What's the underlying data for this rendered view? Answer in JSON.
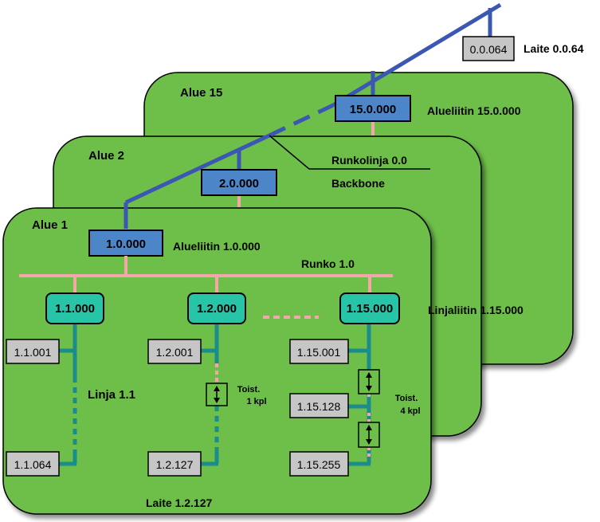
{
  "colors": {
    "area_fill": "#6ebf49",
    "backbone": "#3c56b4",
    "main_line": "#f4a7a9",
    "line": "#1a8c8c",
    "area_coupler": "#4c86c9",
    "line_coupler": "#27c4a8",
    "device": "#c6c6c6"
  },
  "areas": {
    "area15": {
      "label": "Alue 15"
    },
    "area2": {
      "label": "Alue 2"
    },
    "area1": {
      "label": "Alue 1"
    }
  },
  "backbone": {
    "label": "Runkolinja 0.0",
    "sublabel": "Backbone",
    "device": {
      "address": "0.0.064",
      "label": "Laite 0.0.64"
    }
  },
  "area_couplers": [
    {
      "address": "15.0.000",
      "label": "Alueliitin 15.0.000"
    },
    {
      "address": "2.0.000",
      "label": ""
    },
    {
      "address": "1.0.000",
      "label": "Alueliitin 1.0.000"
    }
  ],
  "main_line": {
    "label": "Runko 1.0"
  },
  "line_couplers": [
    {
      "address": "1.1.000"
    },
    {
      "address": "1.2.000"
    },
    {
      "address": "1.15.000",
      "label": "Linjaliitin 1.15.000"
    }
  ],
  "lines": [
    {
      "label": "Linja 1.1",
      "devices": [
        "1.1.001",
        "1.1.064"
      ]
    },
    {
      "devices": [
        "1.2.001",
        "1.2.127"
      ],
      "repeater_note": [
        "Toist.",
        "1 kpl"
      ]
    },
    {
      "devices": [
        "1.15.001",
        "1.15.128",
        "1.15.255"
      ],
      "repeater_note": [
        "Toist.",
        "4 kpl"
      ]
    }
  ],
  "device_label": "Laite 1.2.127"
}
